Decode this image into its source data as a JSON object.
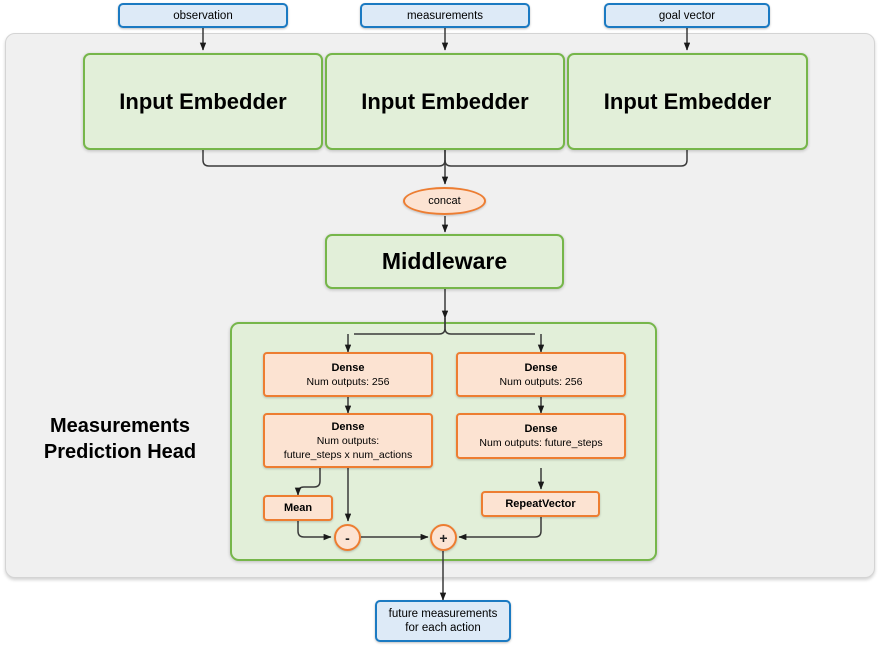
{
  "diagram": {
    "title": "Measurements Prediction Head",
    "head_label_line1": "Measurements",
    "head_label_line2": "Prediction Head"
  },
  "inputs": [
    {
      "label": "observation"
    },
    {
      "label": "measurements"
    },
    {
      "label": "goal vector"
    }
  ],
  "embedders": [
    {
      "label": "Input Embedder"
    },
    {
      "label": "Input Embedder"
    },
    {
      "label": "Input Embedder"
    }
  ],
  "concat": {
    "label": "concat"
  },
  "middleware": {
    "label": "Middleware"
  },
  "head": {
    "left_branch": [
      {
        "title": "Dense",
        "line1": "Num outputs: 256",
        "line2": ""
      },
      {
        "title": "Dense",
        "line1": "Num outputs:",
        "line2": "future_steps x num_actions"
      }
    ],
    "right_branch": [
      {
        "title": "Dense",
        "line1": "Num outputs: 256",
        "line2": ""
      },
      {
        "title": "Dense",
        "line1": "Num outputs: future_steps",
        "line2": ""
      }
    ],
    "mean": {
      "label": "Mean"
    },
    "repeat_vector": {
      "label": "RepeatVector"
    },
    "subtract_op": {
      "label": "-"
    },
    "add_op": {
      "label": "+"
    }
  },
  "output": {
    "line1": "future measurements",
    "line2": "for each action"
  },
  "colors": {
    "blue_border": "#1b7ac2",
    "blue_fill": "#ddeaf7",
    "green_border": "#76b64a",
    "green_fill": "#e2efd9",
    "orange_border": "#ed7d31",
    "orange_fill": "#fce3d2",
    "panel_fill": "#f0f0f0",
    "wire": "#2b2b2b"
  }
}
